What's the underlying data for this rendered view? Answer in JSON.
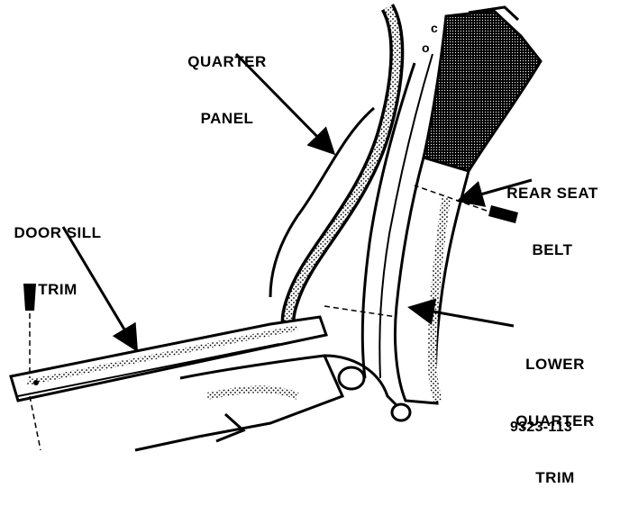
{
  "labels": {
    "quarter_panel": {
      "line1": "QUARTER",
      "line2": "PANEL"
    },
    "door_sill_trim": {
      "line1": "DOOR SILL",
      "line2": "TRIM"
    },
    "rear_seat_belt": {
      "line1": "REAR SEAT",
      "line2": "BELT"
    },
    "lower_quarter_trim": {
      "line1": "LOWER",
      "line2": "QUARTER",
      "line3": "TRIM"
    }
  },
  "figure_number": "9323-113",
  "colors": {
    "ink": "#000000",
    "paper": "#ffffff"
  }
}
